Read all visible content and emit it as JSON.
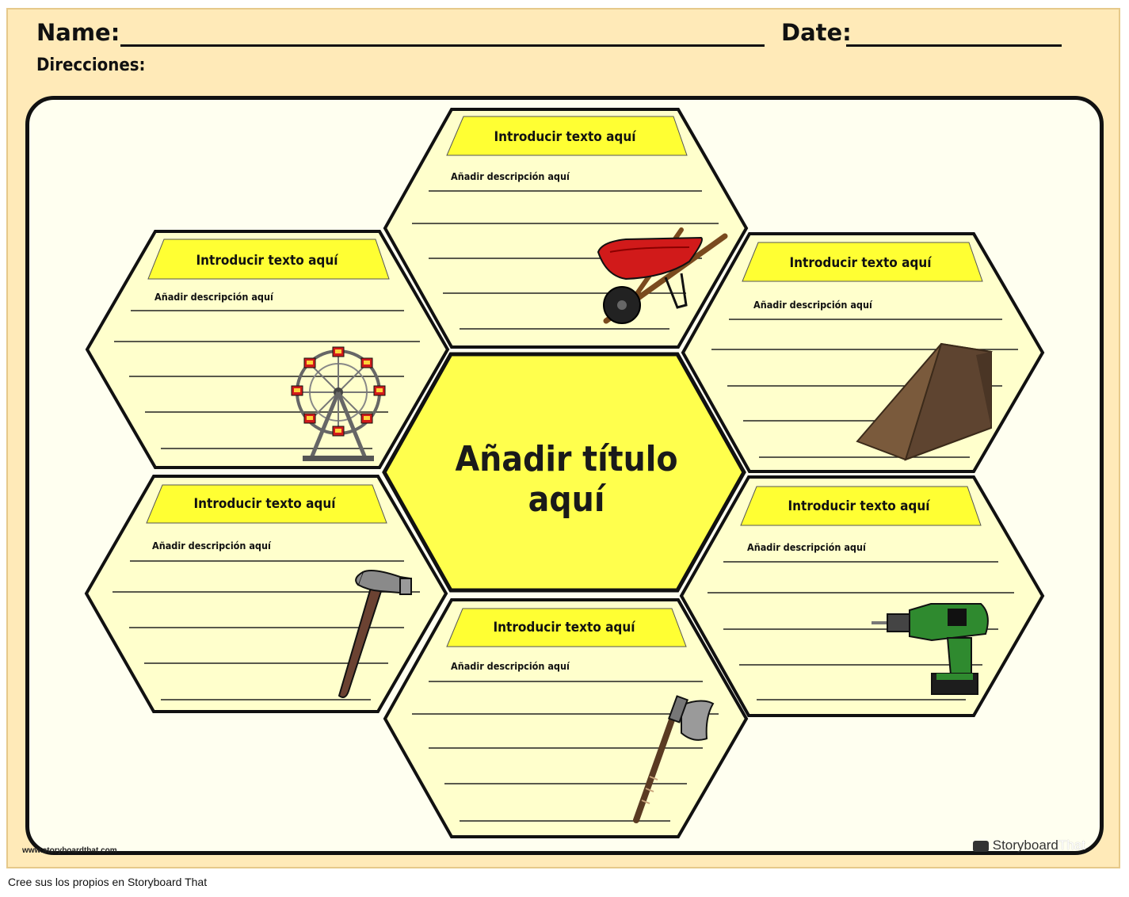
{
  "header": {
    "name_label": "Name:",
    "date_label": "Date:",
    "directions_label": "Direcciones:"
  },
  "center": {
    "title_line1": "Añadir título",
    "title_line2": "aquí"
  },
  "cells": [
    {
      "title": "Introducir texto aquí",
      "description": "Añadir descripción aquí",
      "image": "wheelbarrow"
    },
    {
      "title": "Introducir texto aquí",
      "description": "Añadir descripción aquí",
      "image": "ferris-wheel"
    },
    {
      "title": "Introducir texto aquí",
      "description": "Añadir descripción aquí",
      "image": "ramp-wedge"
    },
    {
      "title": "Introducir texto aquí",
      "description": "Añadir descripción aquí",
      "image": "hammer"
    },
    {
      "title": "Introducir texto aquí",
      "description": "Añadir descripción aquí",
      "image": "power-drill"
    },
    {
      "title": "Introducir texto aquí",
      "description": "Añadir descripción aquí",
      "image": "axe"
    }
  ],
  "watermark_left": "www.storyboardthat.com",
  "watermark_right": {
    "part1": "Storyboard",
    "part2": "That"
  },
  "footer": "Cree sus los propios en Storyboard That",
  "colors": {
    "page_bg": "#ffeab8",
    "board_bg": "#fffff0",
    "hex_fill": "#ffffcc",
    "center_fill": "#ffff4d",
    "banner_fill": "#ffff33"
  }
}
